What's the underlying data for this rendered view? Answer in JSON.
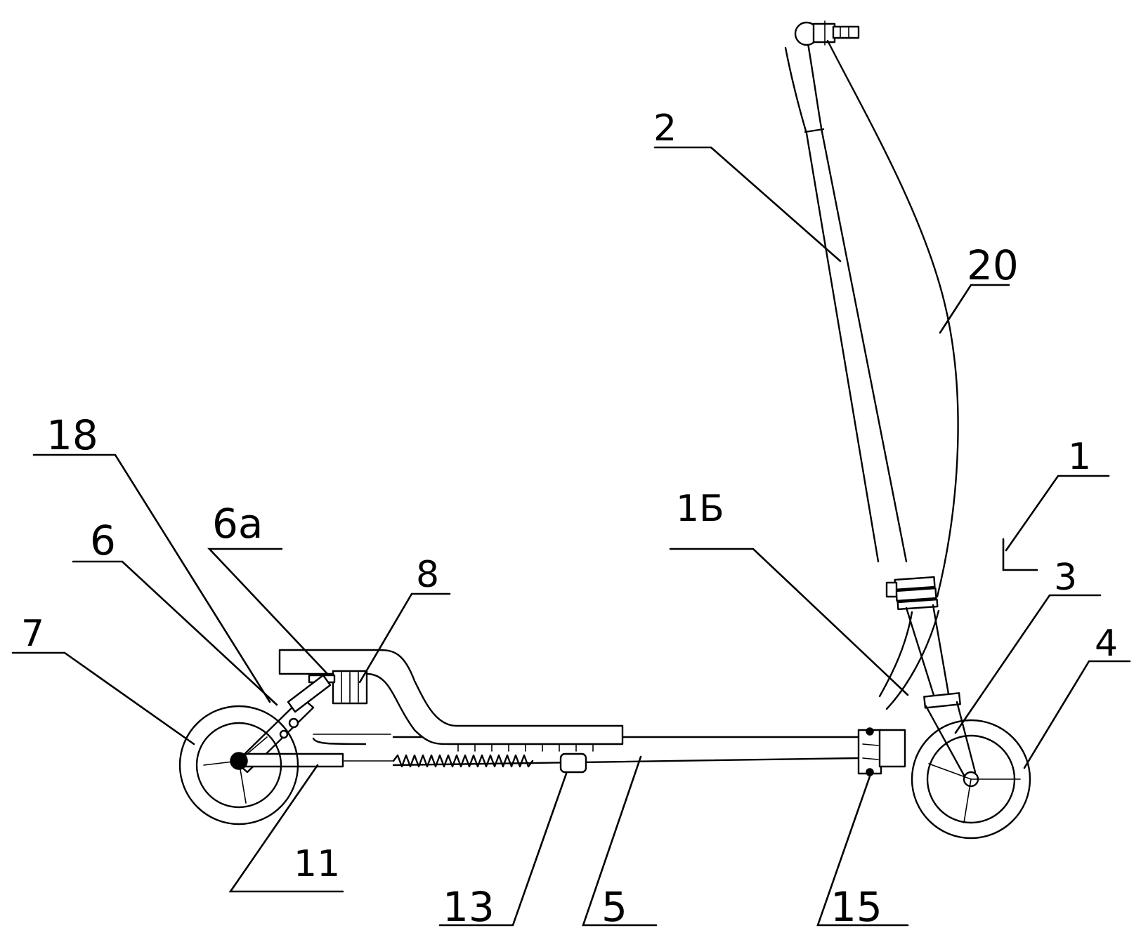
{
  "labels": {
    "l1": "1",
    "l2": "2",
    "l3": "3",
    "l4": "4",
    "l5": "5",
    "l6": "6",
    "l6a": "6a",
    "l7": "7",
    "l8": "8",
    "l11": "11",
    "l13": "13",
    "l15": "15",
    "l16": "1Б",
    "l18": "18",
    "l20": "20"
  }
}
